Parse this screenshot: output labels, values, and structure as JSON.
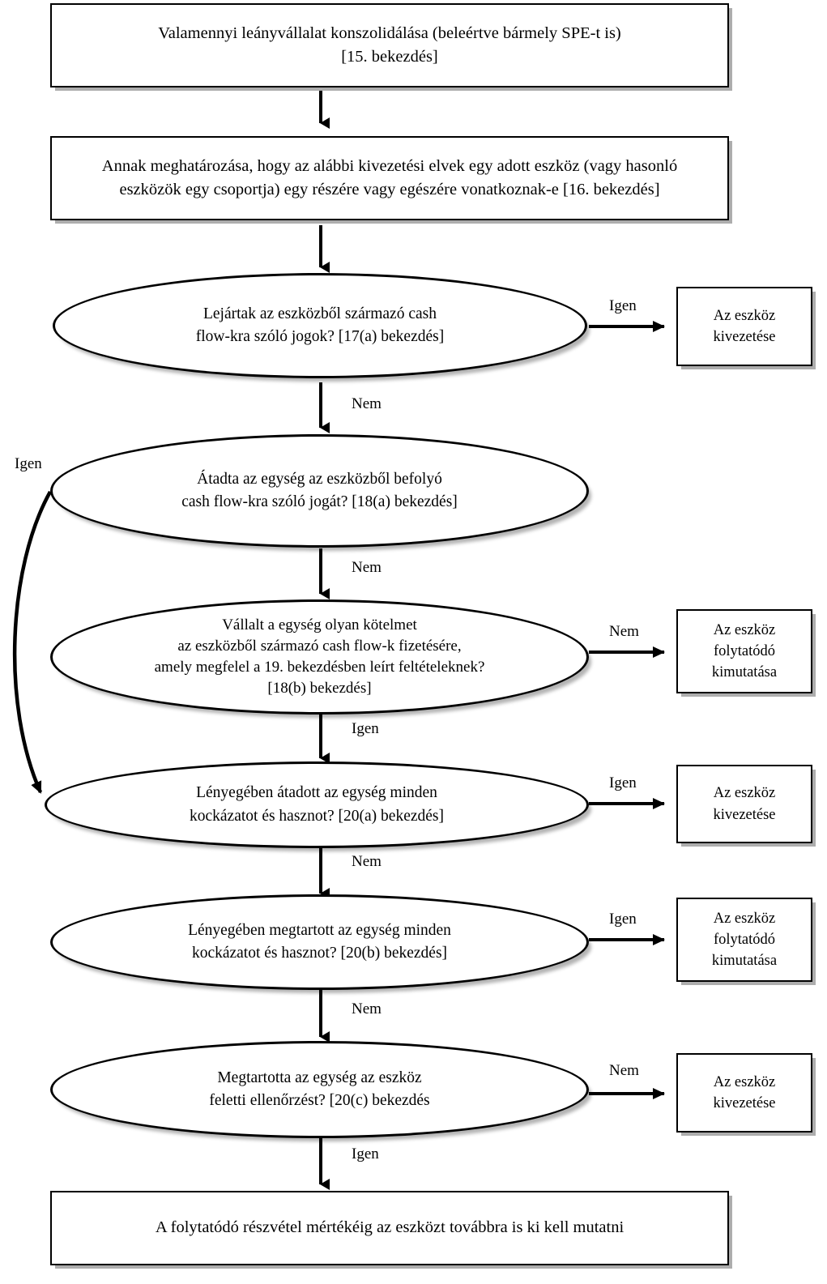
{
  "diagram": {
    "title": "IAS 39 pénzügyi eszköz kivezetési döntési folyamatábra",
    "language": "hu",
    "colors": {
      "stroke": "#000000",
      "fill": "#ffffff",
      "shadow": "#555555"
    }
  },
  "nodes": {
    "start": {
      "shape": "rectangle",
      "lines": [
        "Valamennyi leányvállalat konszolidálása (beleértve bármely SPE-t is)",
        "[15. bekezdés]"
      ]
    },
    "scope": {
      "shape": "rectangle",
      "lines": [
        "Annak meghatározása, hogy az alábbi kivezetési elvek egy adott eszköz (vagy hasonló",
        "eszközök egy csoportja) egy részére vagy egészére vonatkoznak-e  [16. bekezdés]"
      ]
    },
    "d1": {
      "shape": "ellipse",
      "lines": [
        "Lejártak az eszközből származó cash",
        "flow-kra szóló jogok? [17(a) bekezdés]"
      ]
    },
    "d2": {
      "shape": "ellipse",
      "lines": [
        "Átadta az egység az eszközből befolyó",
        "cash flow-kra szóló jogát? [18(a) bekezdés]"
      ]
    },
    "d3": {
      "shape": "ellipse",
      "lines": [
        "Vállalt a egység olyan kötelmet",
        "az eszközből származó cash flow-k fizetésére,",
        "amely megfelel a 19. bekezdésben leírt feltételeknek?",
        "[18(b) bekezdés]"
      ]
    },
    "d4": {
      "shape": "ellipse",
      "lines": [
        "Lényegében átadott az egység minden",
        "kockázatot és hasznot? [20(a) bekezdés]"
      ]
    },
    "d5": {
      "shape": "ellipse",
      "lines": [
        "Lényegében megtartott az egység minden",
        "kockázatot és hasznot? [20(b) bekezdés]"
      ]
    },
    "d6": {
      "shape": "ellipse",
      "lines": [
        "Megtartotta az egység az eszköz",
        "feletti ellenőrzést? [20(c) bekezdés"
      ]
    },
    "o1": {
      "shape": "rectangle",
      "lines": [
        "Az eszköz",
        "kivezetése"
      ]
    },
    "o3": {
      "shape": "rectangle",
      "lines": [
        "Az eszköz",
        "folytatódó",
        "kimutatása"
      ]
    },
    "o4": {
      "shape": "rectangle",
      "lines": [
        "Az eszköz",
        "kivezetése"
      ]
    },
    "o5": {
      "shape": "rectangle",
      "lines": [
        "Az eszköz",
        "folytatódó",
        "kimutatása"
      ]
    },
    "o6": {
      "shape": "rectangle",
      "lines": [
        "Az eszköz",
        "kivezetése"
      ]
    },
    "end": {
      "shape": "rectangle",
      "lines": [
        "A folytatódó részvétel mértékéig az eszközt továbbra is ki kell mutatni"
      ]
    }
  },
  "edge_labels": {
    "d1_yes": "Igen",
    "d1_no": "Nem",
    "d2_yes": "Igen",
    "d2_no": "Nem",
    "d3_no": "Nem",
    "d3_yes": "Igen",
    "d4_yes": "Igen",
    "d4_no": "Nem",
    "d5_yes": "Igen",
    "d5_no": "Nem",
    "d6_no": "Nem",
    "d6_yes": "Igen"
  }
}
